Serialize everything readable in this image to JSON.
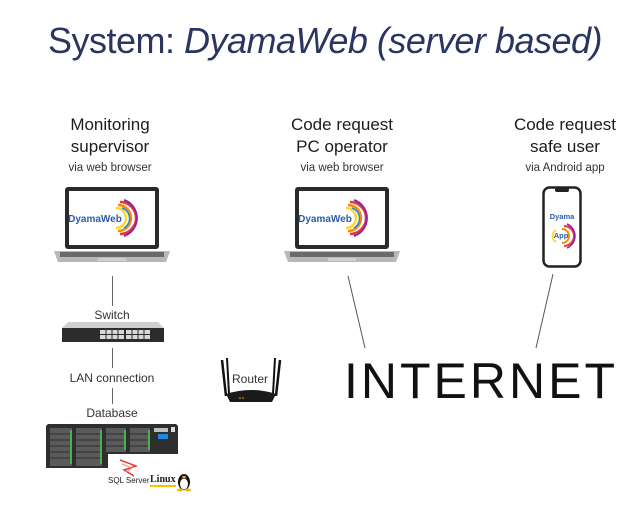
{
  "title": {
    "prefix": "System: ",
    "italic": "DyamaWeb (server based)",
    "color": "#2b3561"
  },
  "nodes": {
    "supervisor": {
      "role_line1": "Monitoring",
      "role_line2": "supervisor",
      "via": "via web browser",
      "device": "laptop",
      "screen_logo": "DyamaWeb"
    },
    "operator": {
      "role_line1": "Code request",
      "role_line2": "PC operator",
      "via": "via web browser",
      "device": "laptop",
      "screen_logo": "DyamaWeb"
    },
    "safe_user": {
      "role_line1": "Code request",
      "role_line2": "safe user",
      "via": "via Android app",
      "device": "smartphone",
      "screen_logo_line1": "Dyama",
      "screen_logo_line2": "App"
    },
    "switch": {
      "label": "Switch"
    },
    "lan": {
      "label": "LAN connection"
    },
    "database": {
      "label": "Database",
      "badges": [
        "SQL Server",
        "Linux"
      ]
    },
    "router": {
      "label": "Router"
    },
    "internet": {
      "label": "INTERNET"
    }
  },
  "logo_colors": [
    "#e53935",
    "#fb8c00",
    "#fdd835",
    "#43a047",
    "#1e88e5",
    "#8e24aa"
  ],
  "logo_text_color": "#2a5ca8"
}
